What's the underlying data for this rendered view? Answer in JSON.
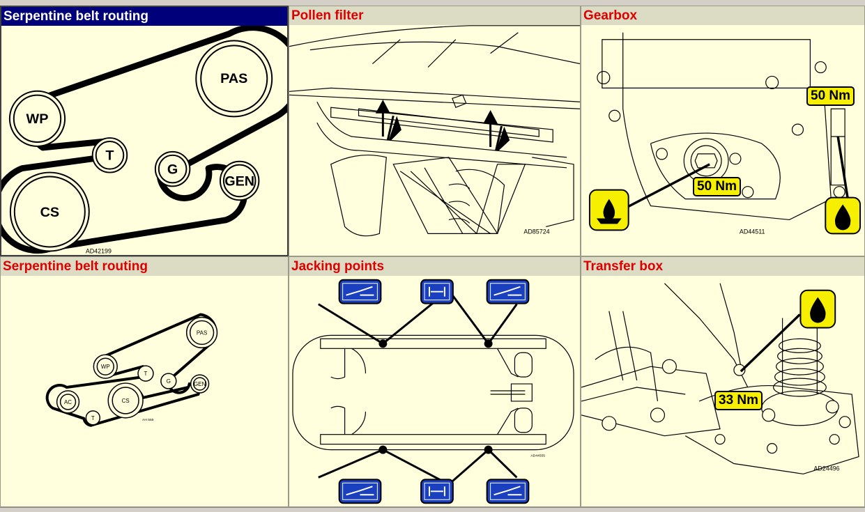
{
  "panels": [
    {
      "title": "Serpentine belt routing",
      "code": "AD42199",
      "pulleys": {
        "pas": "PAS",
        "wp": "WP",
        "t": "T",
        "g": "G",
        "gen": "GEN",
        "cs": "CS"
      }
    },
    {
      "title": "Pollen filter",
      "code": "AD85724"
    },
    {
      "title": "Gearbox",
      "code": "AD44511",
      "torque_top": "50 Nm",
      "torque_mid": "50 Nm"
    },
    {
      "title": "Serpentine belt routing",
      "code": "AH 555",
      "pulleys": {
        "pas": "PAS",
        "wp": "WP",
        "t1": "T",
        "g": "G",
        "gen": "GEN",
        "ac": "AC",
        "cs": "CS",
        "t2": "T"
      }
    },
    {
      "title": "Jacking points",
      "code": "AD44555"
    },
    {
      "title": "Transfer box",
      "code": "AD24496",
      "torque": "33 Nm"
    }
  ],
  "colors": {
    "panel_bg": "#ffffdd",
    "title_bg": "#dcdcc4",
    "title_active_bg": "#00007b",
    "title_text": "#dd0000",
    "torque_bg": "#f6f000",
    "icon_blue": "#1a3fbf"
  }
}
